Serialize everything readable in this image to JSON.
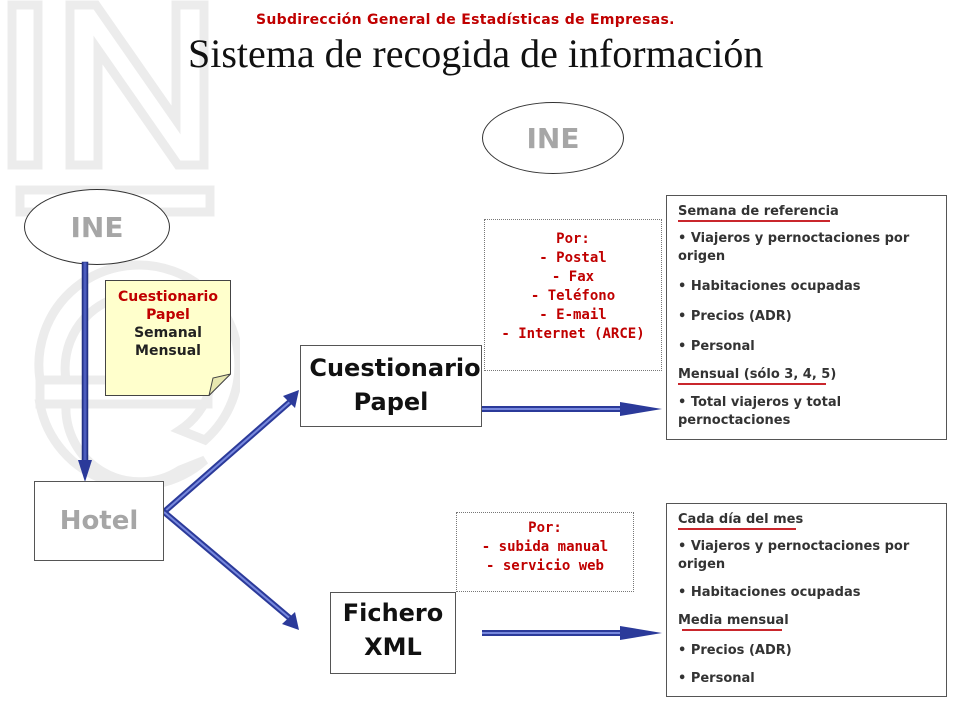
{
  "header": {
    "subtitle": "Subdirección General de Estadísticas de Empresas.",
    "title": "Sistema de recogida de información"
  },
  "watermark_logo": "INE",
  "nodes": {
    "ine_top": "INE",
    "ine_left": "INE",
    "hotel": "Hotel",
    "note": {
      "line1": "Cuestionario",
      "line2": "Papel",
      "line3": "Semanal",
      "line4": "Mensual"
    },
    "cuestionario_papel": {
      "line1": "Cuestionario",
      "line2": "Papel"
    },
    "fichero_xml": {
      "line1": "Fichero",
      "line2": "XML"
    }
  },
  "channels_paper": {
    "header": "Por:",
    "items": [
      "- Postal",
      "- Fax",
      "- Teléfono",
      "- E-mail",
      "- Internet (ARCE)"
    ]
  },
  "channels_xml": {
    "header": "Por:",
    "items": [
      "- subida manual",
      "- servicio web"
    ]
  },
  "info_paper": {
    "weekly_header": "Semana de referencia",
    "weekly_items": [
      "• Viajeros y pernoctaciones por origen",
      "• Habitaciones ocupadas",
      "• Precios (ADR)",
      "• Personal"
    ],
    "monthly_header": "Mensual (sólo 3, 4, 5)",
    "monthly_items": [
      "• Total viajeros y total pernoctaciones"
    ]
  },
  "info_xml": {
    "daily_header": "Cada día del mes",
    "daily_items": [
      "• Viajeros y pernoctaciones por origen",
      "• Habitaciones ocupadas"
    ],
    "monthly_header": "Media mensual",
    "monthly_items": [
      "• Precios (ADR)",
      "• Personal"
    ]
  },
  "colors": {
    "accent_red": "#c00000",
    "arrow_blue": "#2b3a9a",
    "grey_text": "#a6a6a6",
    "note_fill": "#ffffcc",
    "underline_red": "#c9262c"
  }
}
